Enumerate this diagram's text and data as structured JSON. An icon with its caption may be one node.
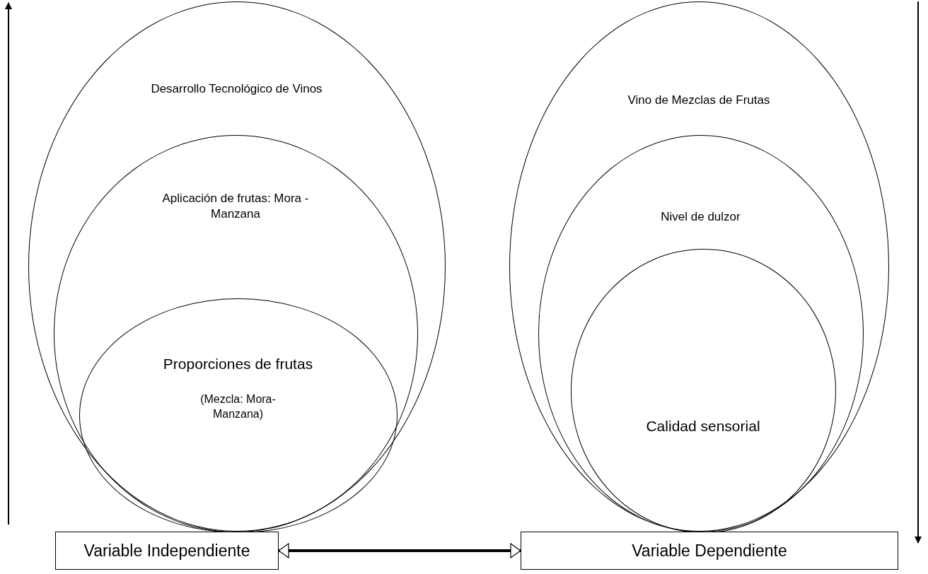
{
  "diagram": {
    "nodes": [
      {
        "text": [
          "Desarrollo Tecnológico de Vinos"
        ]
      },
      {
        "text": [
          "Aplicación de frutas: Mora - Manzana"
        ],
        "in": 0
      },
      {
        "text": [
          "Proporciones de frutas",
          "(Mezcla: Mora-Manzana)"
        ],
        "in": 1
      },
      {
        "text": [
          "Vino de Mezclas de Frutas"
        ]
      },
      {
        "text": [
          "Nivel de dulzor"
        ],
        "in": 3
      },
      {
        "text": [
          "Calidad sensorial"
        ],
        "in": 4
      },
      {
        "text": [
          "Variable Independiente"
        ]
      },
      {
        "text": [
          "Variable Dependiente"
        ]
      }
    ],
    "edges": [
      {
        "from": 6,
        "to": 7,
        "arrow": "both"
      }
    ]
  }
}
